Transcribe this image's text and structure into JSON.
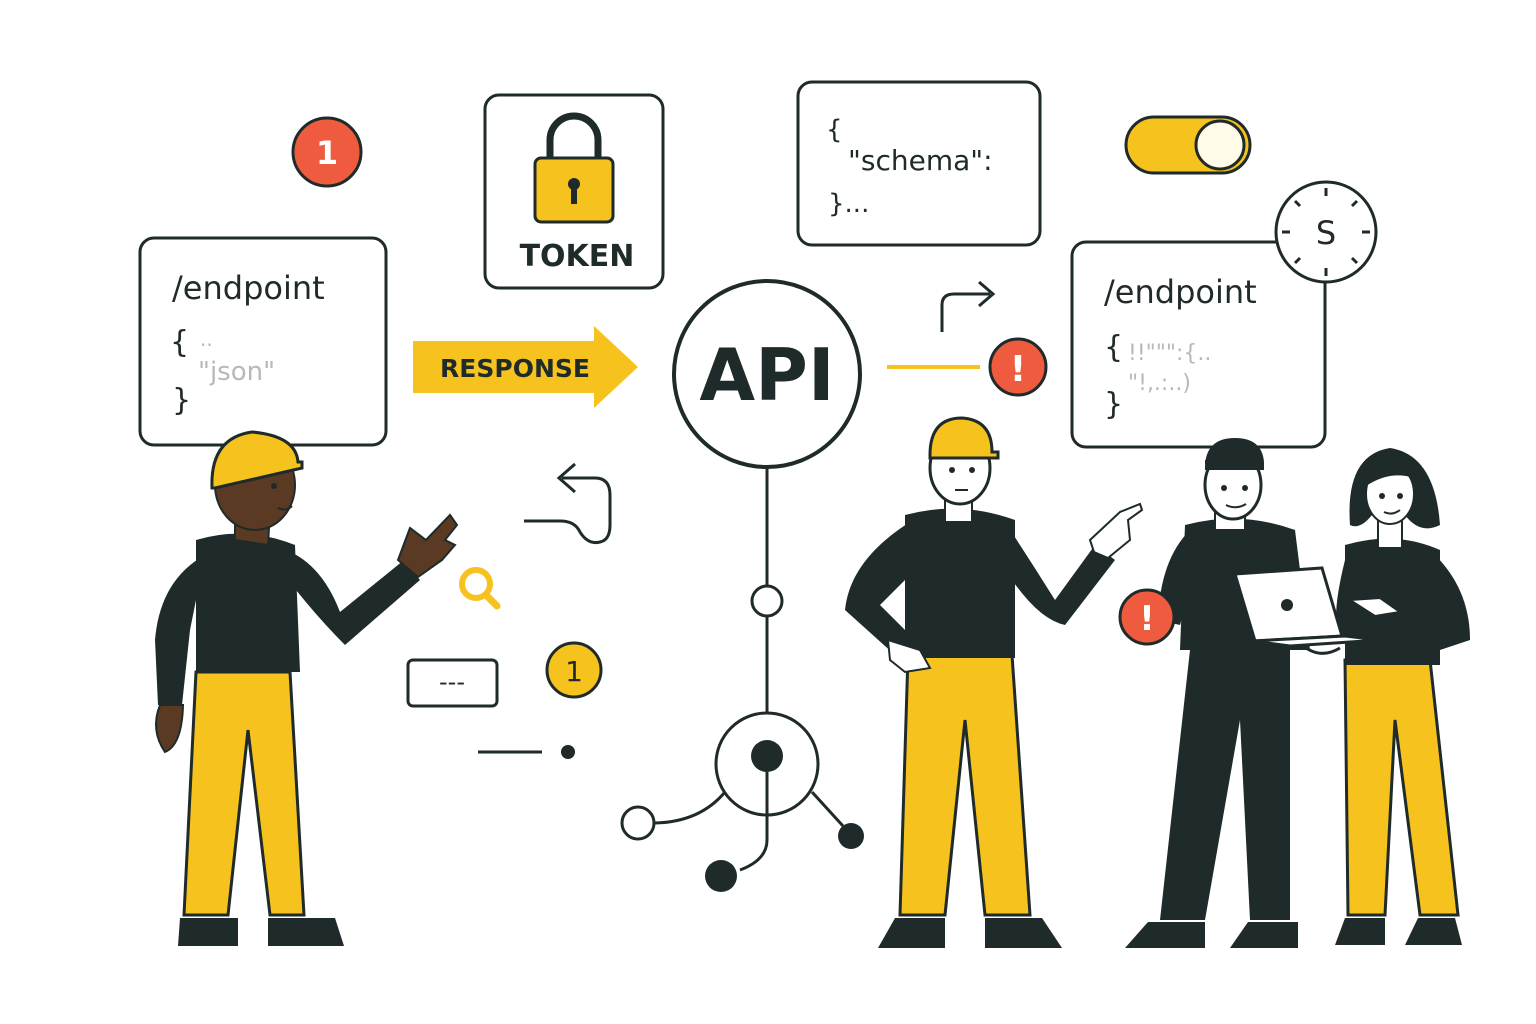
{
  "colors": {
    "ink": "#1f2a2a",
    "yellow": "#f6c21e",
    "alert_red": "#ef5b3f",
    "skin_dark": "#5b3a24",
    "skin_light": "#ffffff",
    "paper": "#ffffff"
  },
  "cards": {
    "left_endpoint": {
      "path": "/endpoint",
      "brace_open": "{",
      "dots": "..",
      "body": "\"json\"",
      "brace_close": "}"
    },
    "token": {
      "label": "TOKEN",
      "icon": "padlock-icon"
    },
    "schema": {
      "brace_open": "{",
      "key": "\"schema\":",
      "brace_close": "}..."
    },
    "right_endpoint": {
      "path": "/endpoint",
      "brace_open": "{",
      "line1_faded": "!!\"\"\":{..",
      "brace_close": "}",
      "line2_faded": "\"!,.:..)"
    }
  },
  "arrow": {
    "label": "RESPONSE"
  },
  "hub": {
    "label": "API"
  },
  "badges": {
    "top_left": "1",
    "middle": "1",
    "alert": "!",
    "alert_right": "!",
    "clock": "S"
  },
  "input_box": {
    "text": "---"
  },
  "toggle": {
    "state": "on"
  },
  "icons": [
    "padlock-icon",
    "search-icon",
    "return-arrow-icon",
    "turn-right-arrow-icon",
    "toggle-icon",
    "clock-icon",
    "laptop-icon",
    "alert-icon"
  ]
}
